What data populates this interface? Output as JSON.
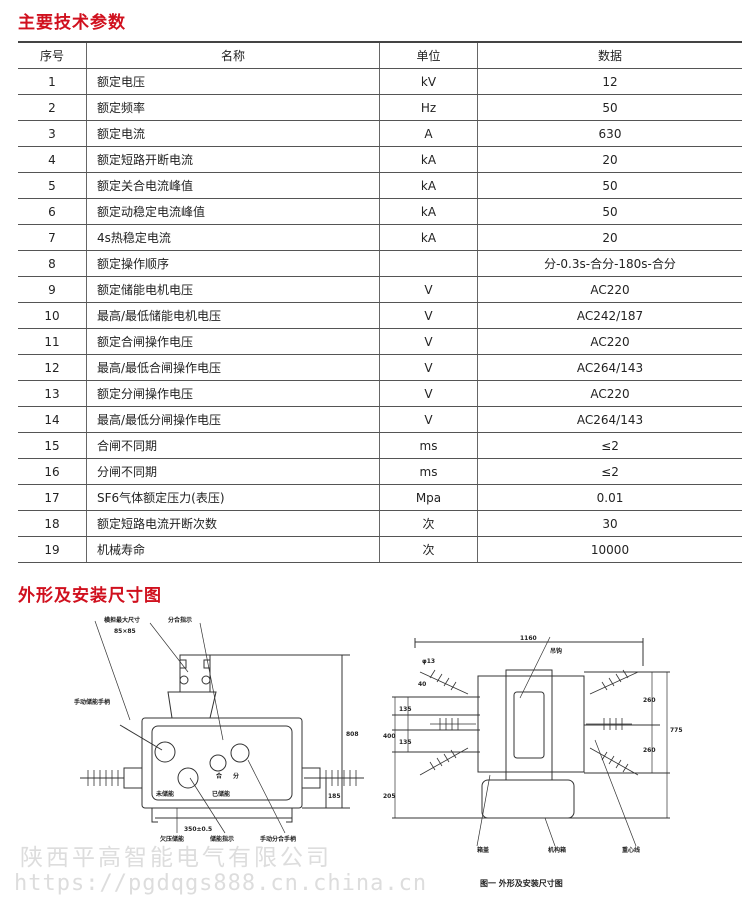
{
  "section1_title": "主要技术参数",
  "table": {
    "headers": [
      "序号",
      "名称",
      "单位",
      "数据"
    ],
    "rows": [
      [
        "1",
        "额定电压",
        "kV",
        "12"
      ],
      [
        "2",
        "额定频率",
        "Hz",
        "50"
      ],
      [
        "3",
        "额定电流",
        "A",
        "630"
      ],
      [
        "4",
        "额定短路开断电流",
        "kA",
        "20"
      ],
      [
        "5",
        "额定关合电流峰值",
        "kA",
        "50"
      ],
      [
        "6",
        "额定动稳定电流峰值",
        "kA",
        "50"
      ],
      [
        "7",
        "4s热稳定电流",
        "kA",
        "20"
      ],
      [
        "8",
        "额定操作顺序",
        "",
        "分-0.3s-合分-180s-合分"
      ],
      [
        "9",
        "额定储能电机电压",
        "V",
        "AC220"
      ],
      [
        "10",
        "最高/最低储能电机电压",
        "V",
        "AC242/187"
      ],
      [
        "11",
        "额定合闸操作电压",
        "V",
        "AC220"
      ],
      [
        "12",
        "最高/最低合闸操作电压",
        "V",
        "AC264/143"
      ],
      [
        "13",
        "额定分闸操作电压",
        "V",
        "AC220"
      ],
      [
        "14",
        "最高/最低分闸操作电压",
        "V",
        "AC264/143"
      ],
      [
        "15",
        "合闸不同期",
        "ms",
        "≤2"
      ],
      [
        "16",
        "分闸不同期",
        "ms",
        "≤2"
      ],
      [
        "17",
        "SF6气体额定压力(表压)",
        "Mpa",
        "0.01"
      ],
      [
        "18",
        "额定短路电流开断次数",
        "次",
        "30"
      ],
      [
        "19",
        "机械寿命",
        "次",
        "10000"
      ]
    ]
  },
  "section2_title": "外形及安装尺寸图",
  "drawing_left": {
    "crossarm": "横担最大尺寸",
    "crossarm_size": "85×85",
    "indicator": "分合指示",
    "manual_charge_handle": "手动储能手柄",
    "height": "808",
    "h185": "185",
    "width": "350±0.5",
    "uncharged": "未储能",
    "charged": "已储能",
    "close": "合",
    "open": "分",
    "lock": "欠压储能",
    "charge_indicator": "储能指示",
    "manual_open_close": "手动分合手柄"
  },
  "drawing_right": {
    "width": "1160",
    "hole": "φ13",
    "d40": "40",
    "hook": "吊钩",
    "d135a": "135",
    "d135b": "135",
    "d400": "400",
    "d205": "205",
    "d260a": "260",
    "d260b": "260",
    "d775": "775",
    "cover": "箱盖",
    "mechanism": "机构箱",
    "center": "重心线",
    "caption": "图一  外形及安装尺寸图"
  },
  "watermark": {
    "company": "陕西平高智能电气有限公司",
    "url": "https://pgdqgs888.cn.china.cn"
  }
}
